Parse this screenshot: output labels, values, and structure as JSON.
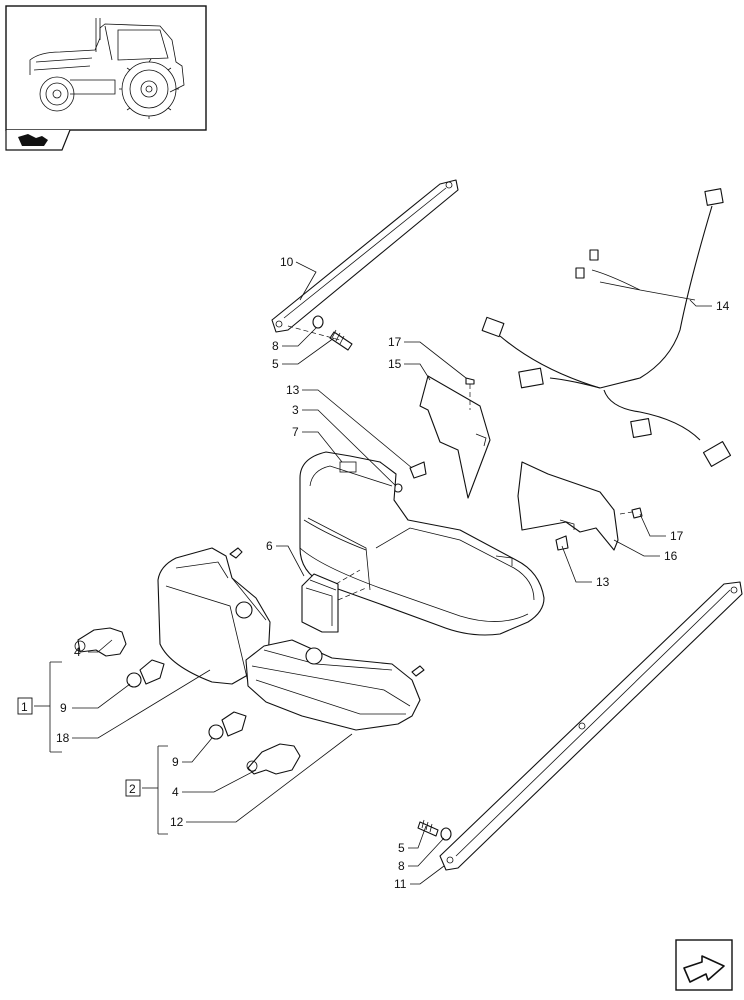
{
  "diagram": {
    "callouts": {
      "c10": "10",
      "c8_top": "8",
      "c5_top": "5",
      "c17_top": "17",
      "c15": "15",
      "c13_top": "13",
      "c3": "3",
      "c7": "7",
      "c6": "6",
      "c14": "14",
      "c17_right": "17",
      "c16": "16",
      "c13_right": "13",
      "c4_a": "4",
      "c9_a": "9",
      "c18": "18",
      "c9_b": "9",
      "c4_b": "4",
      "c12": "12",
      "c5_bottom": "5",
      "c8_bottom": "8",
      "c11": "11"
    },
    "groups": {
      "g1": "1",
      "g2": "2"
    }
  },
  "icons": {
    "thumbnail": "tractor-thumbnail-icon",
    "nav_prev": "book-page-arrow-icon",
    "nav_next": "next-page-arrow-icon"
  }
}
